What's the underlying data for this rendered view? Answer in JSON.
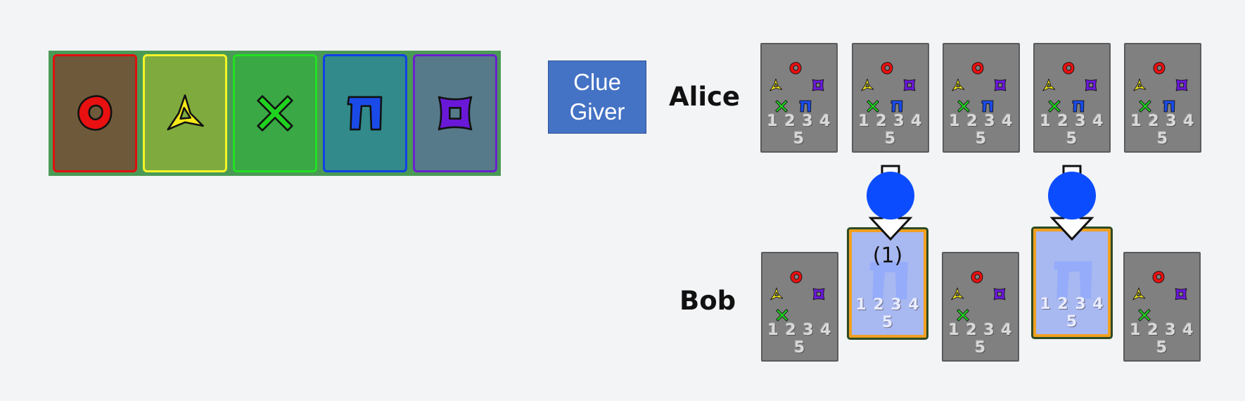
{
  "stacks": [
    {
      "suit": "red",
      "color": "#e81010",
      "border": "#e01010",
      "bg": "#6e5a3a",
      "icon": "red-ring-icon"
    },
    {
      "suit": "yellow",
      "color": "#f5e81a",
      "border": "#f4f42a",
      "bg": "#7fab3e",
      "icon": "yellow-triangle-icon"
    },
    {
      "suit": "green",
      "color": "#1fd21f",
      "border": "#22e022",
      "bg": "#3aa845",
      "icon": "green-cross-icon"
    },
    {
      "suit": "blue",
      "color": "#1a4be8",
      "border": "#1040e8",
      "bg": "#328a8a",
      "icon": "blue-arch-icon"
    },
    {
      "suit": "purple",
      "color": "#6a18d8",
      "border": "#6a20d0",
      "bg": "#567a8a",
      "icon": "purple-square-icon"
    }
  ],
  "clue_giver": {
    "line1": "Clue",
    "line2": "Giver"
  },
  "players": [
    {
      "name": "Alice",
      "cards": [
        {
          "possible_suits": [
            "red",
            "yellow",
            "green",
            "blue",
            "purple"
          ],
          "numbers": "1 2 3 4 5"
        },
        {
          "possible_suits": [
            "red",
            "yellow",
            "green",
            "blue",
            "purple"
          ],
          "numbers": "1 2 3 4 5"
        },
        {
          "possible_suits": [
            "red",
            "yellow",
            "green",
            "blue",
            "purple"
          ],
          "numbers": "1 2 3 4 5"
        },
        {
          "possible_suits": [
            "red",
            "yellow",
            "green",
            "blue",
            "purple"
          ],
          "numbers": "1 2 3 4 5"
        },
        {
          "possible_suits": [
            "red",
            "yellow",
            "green",
            "blue",
            "purple"
          ],
          "numbers": "1 2 3 4 5"
        }
      ]
    },
    {
      "name": "Bob",
      "cards": [
        {
          "possible_suits": [
            "red",
            "yellow",
            "green",
            "purple"
          ],
          "numbers": "1 2 3 4 5",
          "clued": false
        },
        {
          "clued": true,
          "suit": "blue",
          "numbers": "1 2 3 4 5",
          "clue_label": "(1)"
        },
        {
          "possible_suits": [
            "red",
            "yellow",
            "green",
            "purple"
          ],
          "numbers": "1 2 3 4 5",
          "clued": false
        },
        {
          "clued": true,
          "suit": "blue",
          "numbers": "1 2 3 4 5",
          "clue_label": ""
        },
        {
          "possible_suits": [
            "red",
            "yellow",
            "green",
            "purple"
          ],
          "numbers": "1 2 3 4 5",
          "clued": false
        }
      ]
    }
  ],
  "clue": {
    "type": "color",
    "color": "#0b4cff",
    "targets": [
      1,
      3
    ]
  }
}
